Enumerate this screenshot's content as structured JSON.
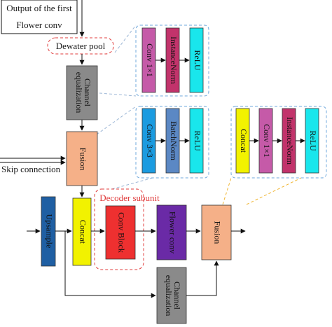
{
  "labels": {
    "output_line1": "Output of the first",
    "output_line2": "Flower conv",
    "dewater_pool": "Dewater pool",
    "channel_eq_top": "Channel equalization",
    "fusion_top": "Fusion",
    "skip_connection": "Skip connection",
    "decoder_subunit": "Decoder subunit",
    "upsample": "Upsample",
    "concat_main": "Concat",
    "conv_block": "Conv  Block",
    "flower_conv": "Flower conv",
    "fusion_bottom": "Fusion",
    "channel_eq_bottom": "Channel equalization"
  },
  "panel_top": {
    "items": [
      "Conv 1×1",
      "InstanceNorm",
      "ReLU"
    ]
  },
  "panel_mid": {
    "items": [
      "Conv 3×3",
      "BatchNorm",
      "ReLU"
    ]
  },
  "panel_right": {
    "items": [
      "Concat",
      "Conv 1×1",
      "InstanceNorm",
      "ReLU"
    ]
  },
  "colors": {
    "conv": "#c55aa8",
    "instancenorm": "#c2336b",
    "relu": "#19e6ec",
    "conv3x3": "#1b9be0",
    "batchnorm": "#5b88c4",
    "concat": "#f2f200",
    "fusion": "#f5b088",
    "channel_eq": "#8a8a8a",
    "upsample": "#1f5fa3",
    "conv_block": "#ee3030",
    "flower_conv": "#6a2aa6"
  }
}
